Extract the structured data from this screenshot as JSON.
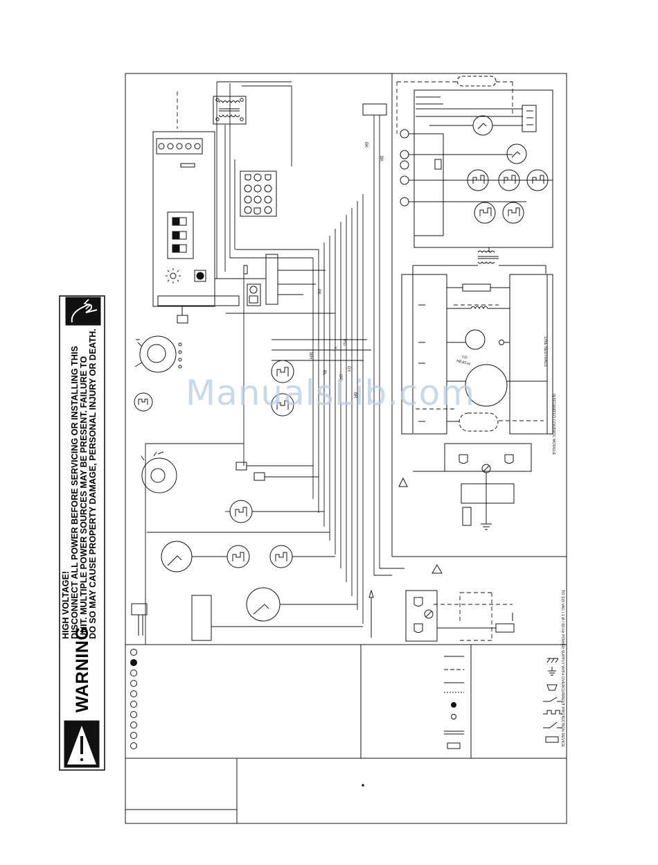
{
  "warning": {
    "title": "WARNING",
    "line1": "HIGH VOLTAGE!",
    "line2": "DISCONNECT ALL POWER BEFORE SERVICING OR INSTALLING THIS",
    "line3": "UNIT.  MULTIPLE POWER SOURCES MAY BE PRESENT.  FAILURE TO",
    "line4": "DO SO MAY CAUSE PROPERTY DAMAGE, PERSONAL INJURY OR DEATH."
  },
  "labels": {
    "integrated_control_module": "INTEGRATED CONTROL MODULE",
    "line_neutrals": "LINE NEUTRALS",
    "heat_h": "HEAT-H",
    "lo": "LO",
    "bk1": "BK",
    "bk2": "BK",
    "pk": "PK",
    "wh": "WH",
    "bl": "BL",
    "yl": "YL",
    "or": "OR",
    "rd": "RD",
    "gy": "GY",
    "br": "BR",
    "power_supply": "TO 115 VAC / 1 Ø / 60 Hz POWER SUPPLY WITH OVERCURRENT PROTECTION DEVICE"
  },
  "watermark": "ManualsLib.com"
}
